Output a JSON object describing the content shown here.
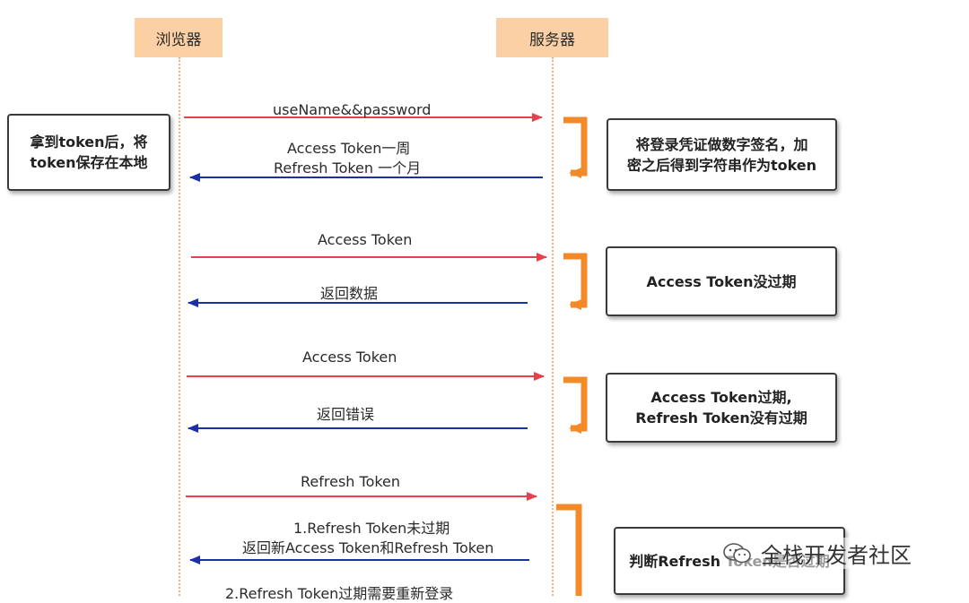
{
  "actors": {
    "browser": "浏览器",
    "server": "服务器"
  },
  "messages": {
    "m1": "useName&&password",
    "m2_line1": "Access Token一周",
    "m2_line2": "Refresh Token 一个月",
    "m3": "Access Token",
    "m4": "返回数据",
    "m5": "Access Token",
    "m6": "返回错误",
    "m7": "Refresh Token",
    "m8_line1": "1.Refresh Token未过期",
    "m8_line2": "返回新Access Token和Refresh Token",
    "m9": "2.Refresh Token过期需要重新登录"
  },
  "notes": {
    "browser_store_line1": "拿到token后，将",
    "browser_store_line2": "token保存在本地",
    "server_sign_line1": "将登录凭证做数字签名，加",
    "server_sign_line2": "密之后得到字符串作为token",
    "not_expired": "Access Token没过期",
    "expired_line1": "Access Token过期,",
    "expired_line2": "Refresh Token没有过期",
    "judge": "判断Refresh Token是否过期"
  },
  "watermark": "全栈开发者社区",
  "colors": {
    "request": "#e8404a",
    "response": "#1b2fa8",
    "actor_bg": "#fbd0a4",
    "lifeline": "#f3b27a",
    "loop": "#f28a2a"
  }
}
